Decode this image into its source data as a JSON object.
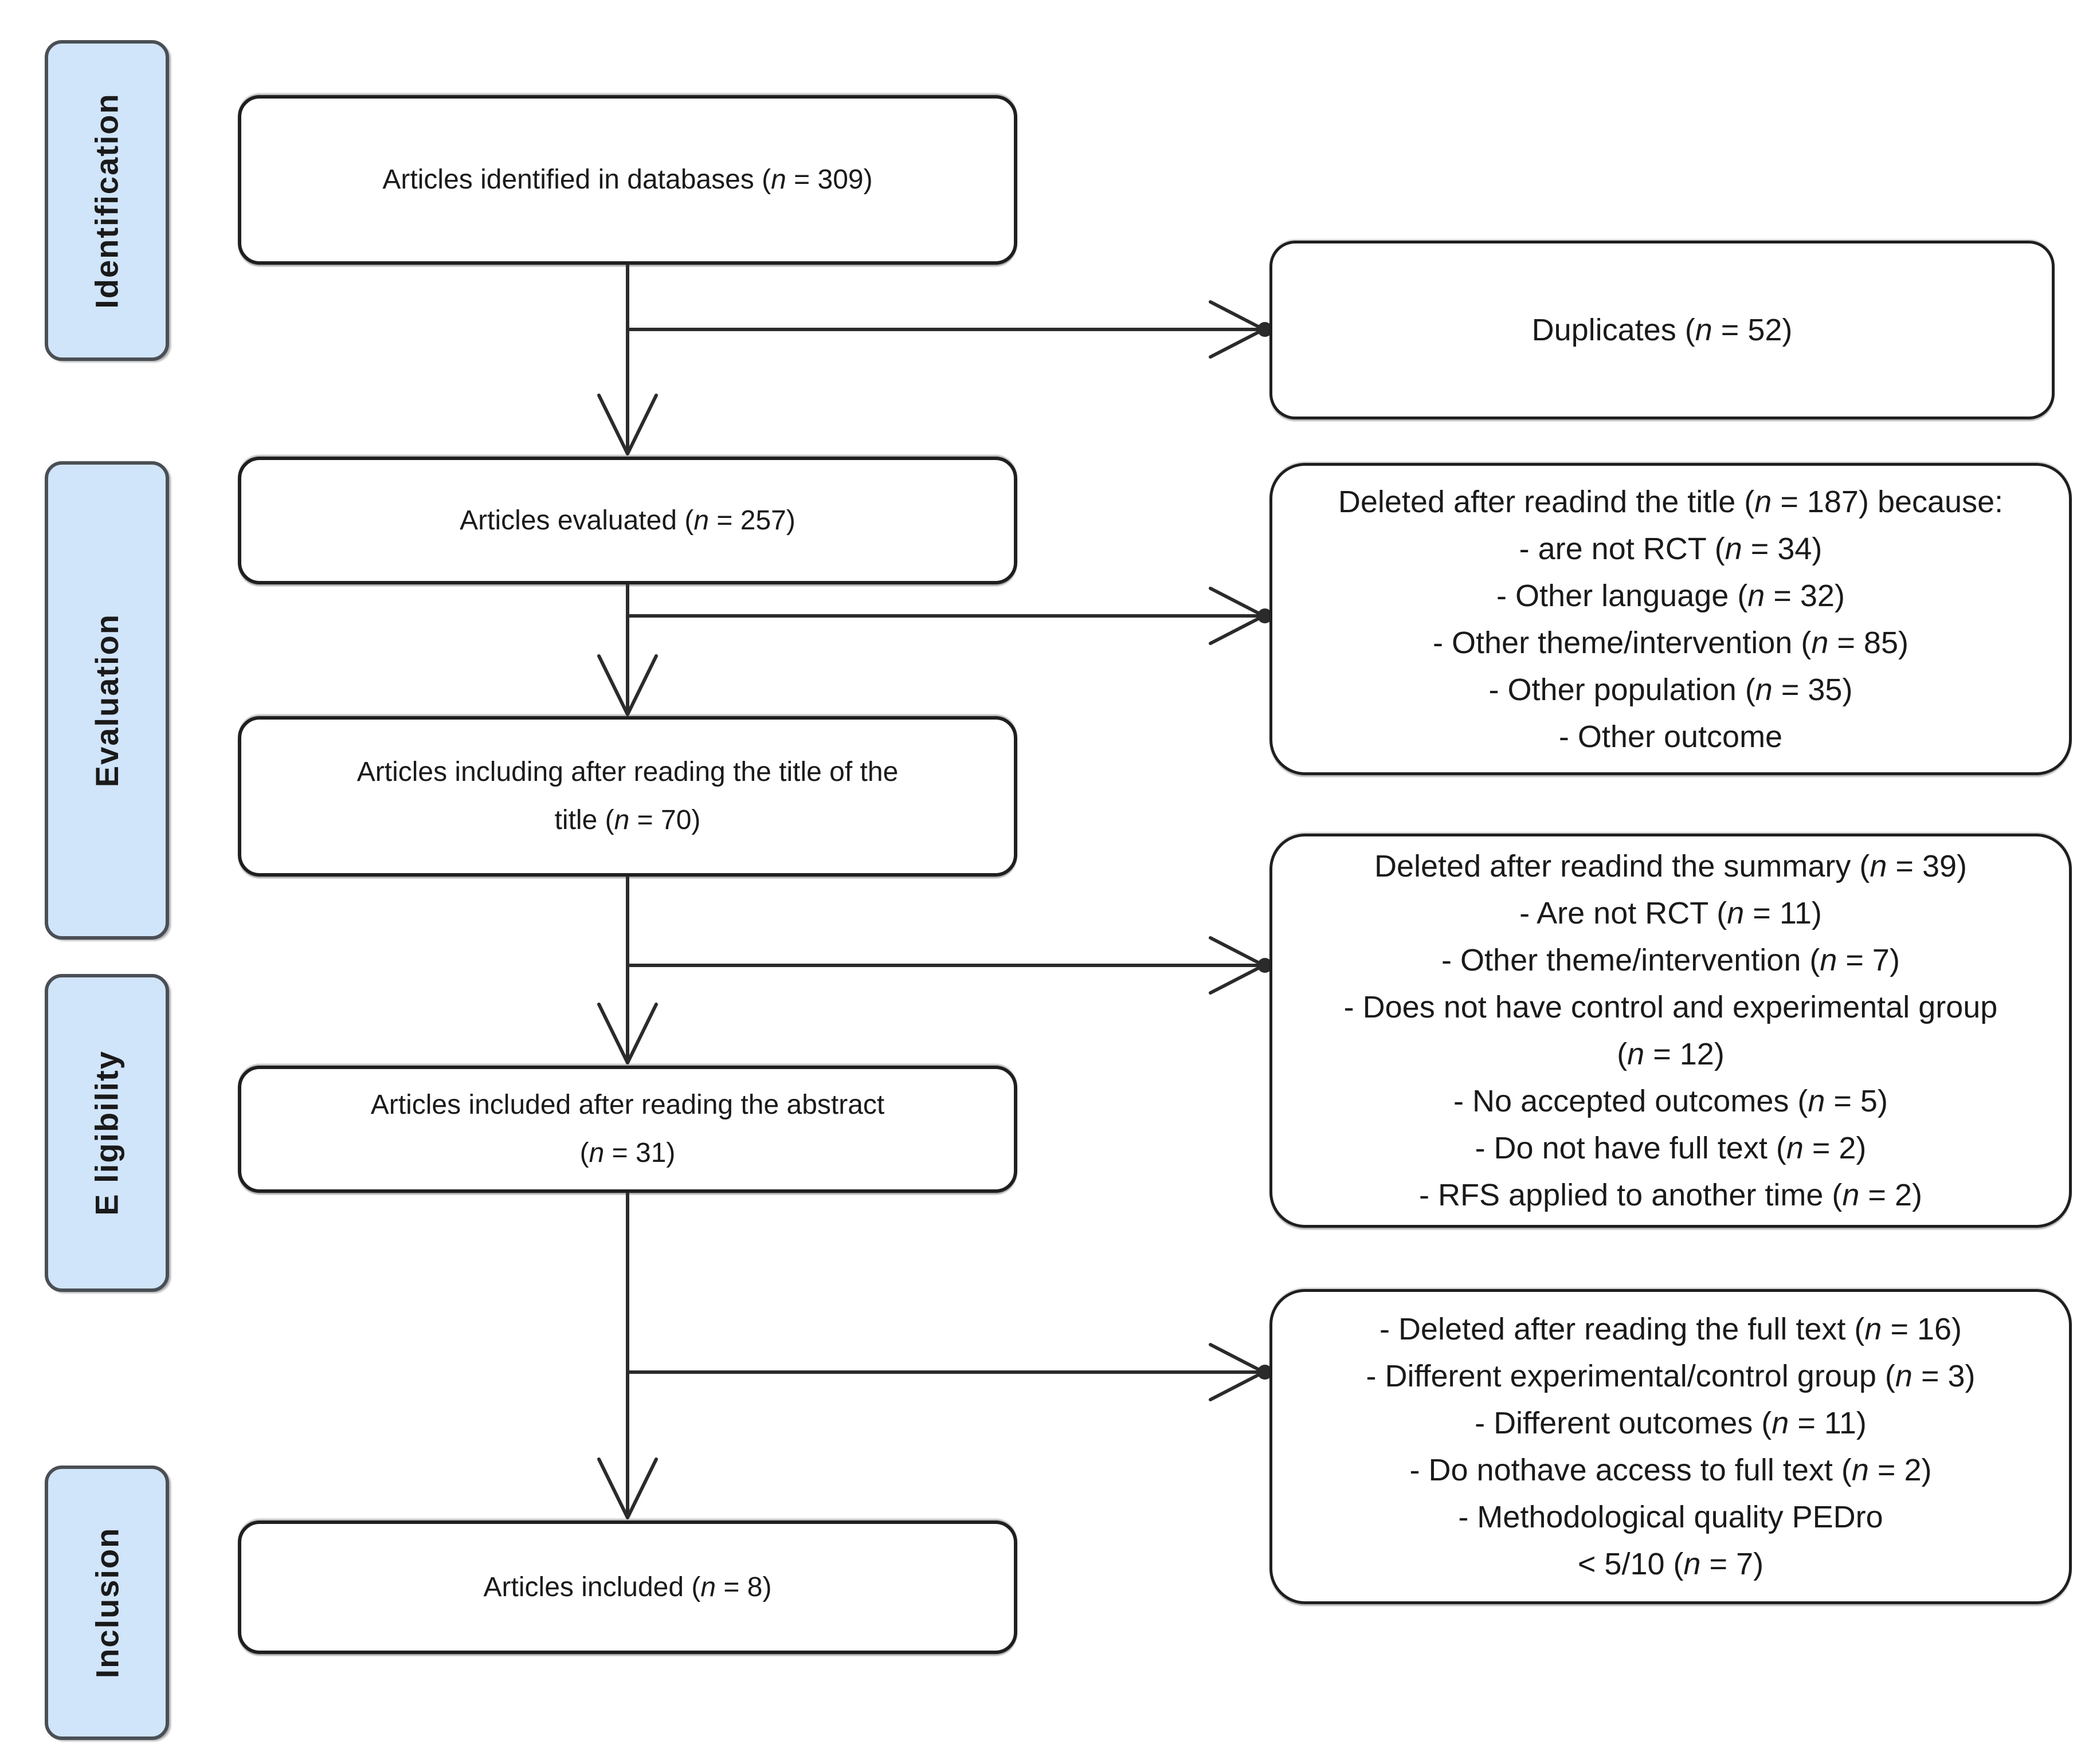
{
  "figure": {
    "type": "prisma-flow-diagram",
    "stages": [
      {
        "label": "Identification"
      },
      {
        "label": "Evaluation"
      },
      {
        "label": "E ligibility"
      },
      {
        "label": "Inclusion"
      }
    ],
    "main_flow": [
      {
        "lines": [
          "Articles identified in databases (n = 309)"
        ]
      },
      {
        "lines": [
          "Articles evaluated (n = 257)"
        ]
      },
      {
        "lines": [
          "Articles including after reading the title of the",
          "title (n = 70)"
        ]
      },
      {
        "lines": [
          "Articles included after reading the abstract",
          "(n = 31)"
        ]
      },
      {
        "lines": [
          "Articles included (n = 8)"
        ]
      }
    ],
    "exclusion_boxes": [
      {
        "lines": [
          "Duplicates (n = 52)"
        ]
      },
      {
        "lines": [
          "Deleted after readind the title (n = 187) because:",
          "- are not RCT (n = 34)",
          "- Other language (n = 32)",
          "- Other theme/intervention (n = 85)",
          "- Other population (n = 35)",
          "- Other outcome"
        ]
      },
      {
        "lines": [
          "Deleted after readind the summary (n = 39)",
          "- Are not RCT (n = 11)",
          "- Other theme/intervention (n = 7)",
          "- Does not have control and experimental group",
          "(n = 12)",
          "- No accepted outcomes (n = 5)",
          "- Do not have full text (n = 2)",
          "- RFS applied to another time (n = 2)"
        ]
      },
      {
        "lines": [
          "- Deleted after reading the full text (n = 16)",
          "- Different experimental/control group (n = 3)",
          "- Different outcomes (n = 11)",
          "- Do nothave access to full text (n = 2)",
          "- Methodological quality PEDro",
          "< 5/10 (n = 7)"
        ]
      }
    ],
    "colors": {
      "stage_fill": "#d0e4fa",
      "stage_border": "#4a4f54",
      "box_fill": "#ffffff",
      "box_border": "#1f1f1f",
      "line": "#2b2b2b"
    }
  }
}
